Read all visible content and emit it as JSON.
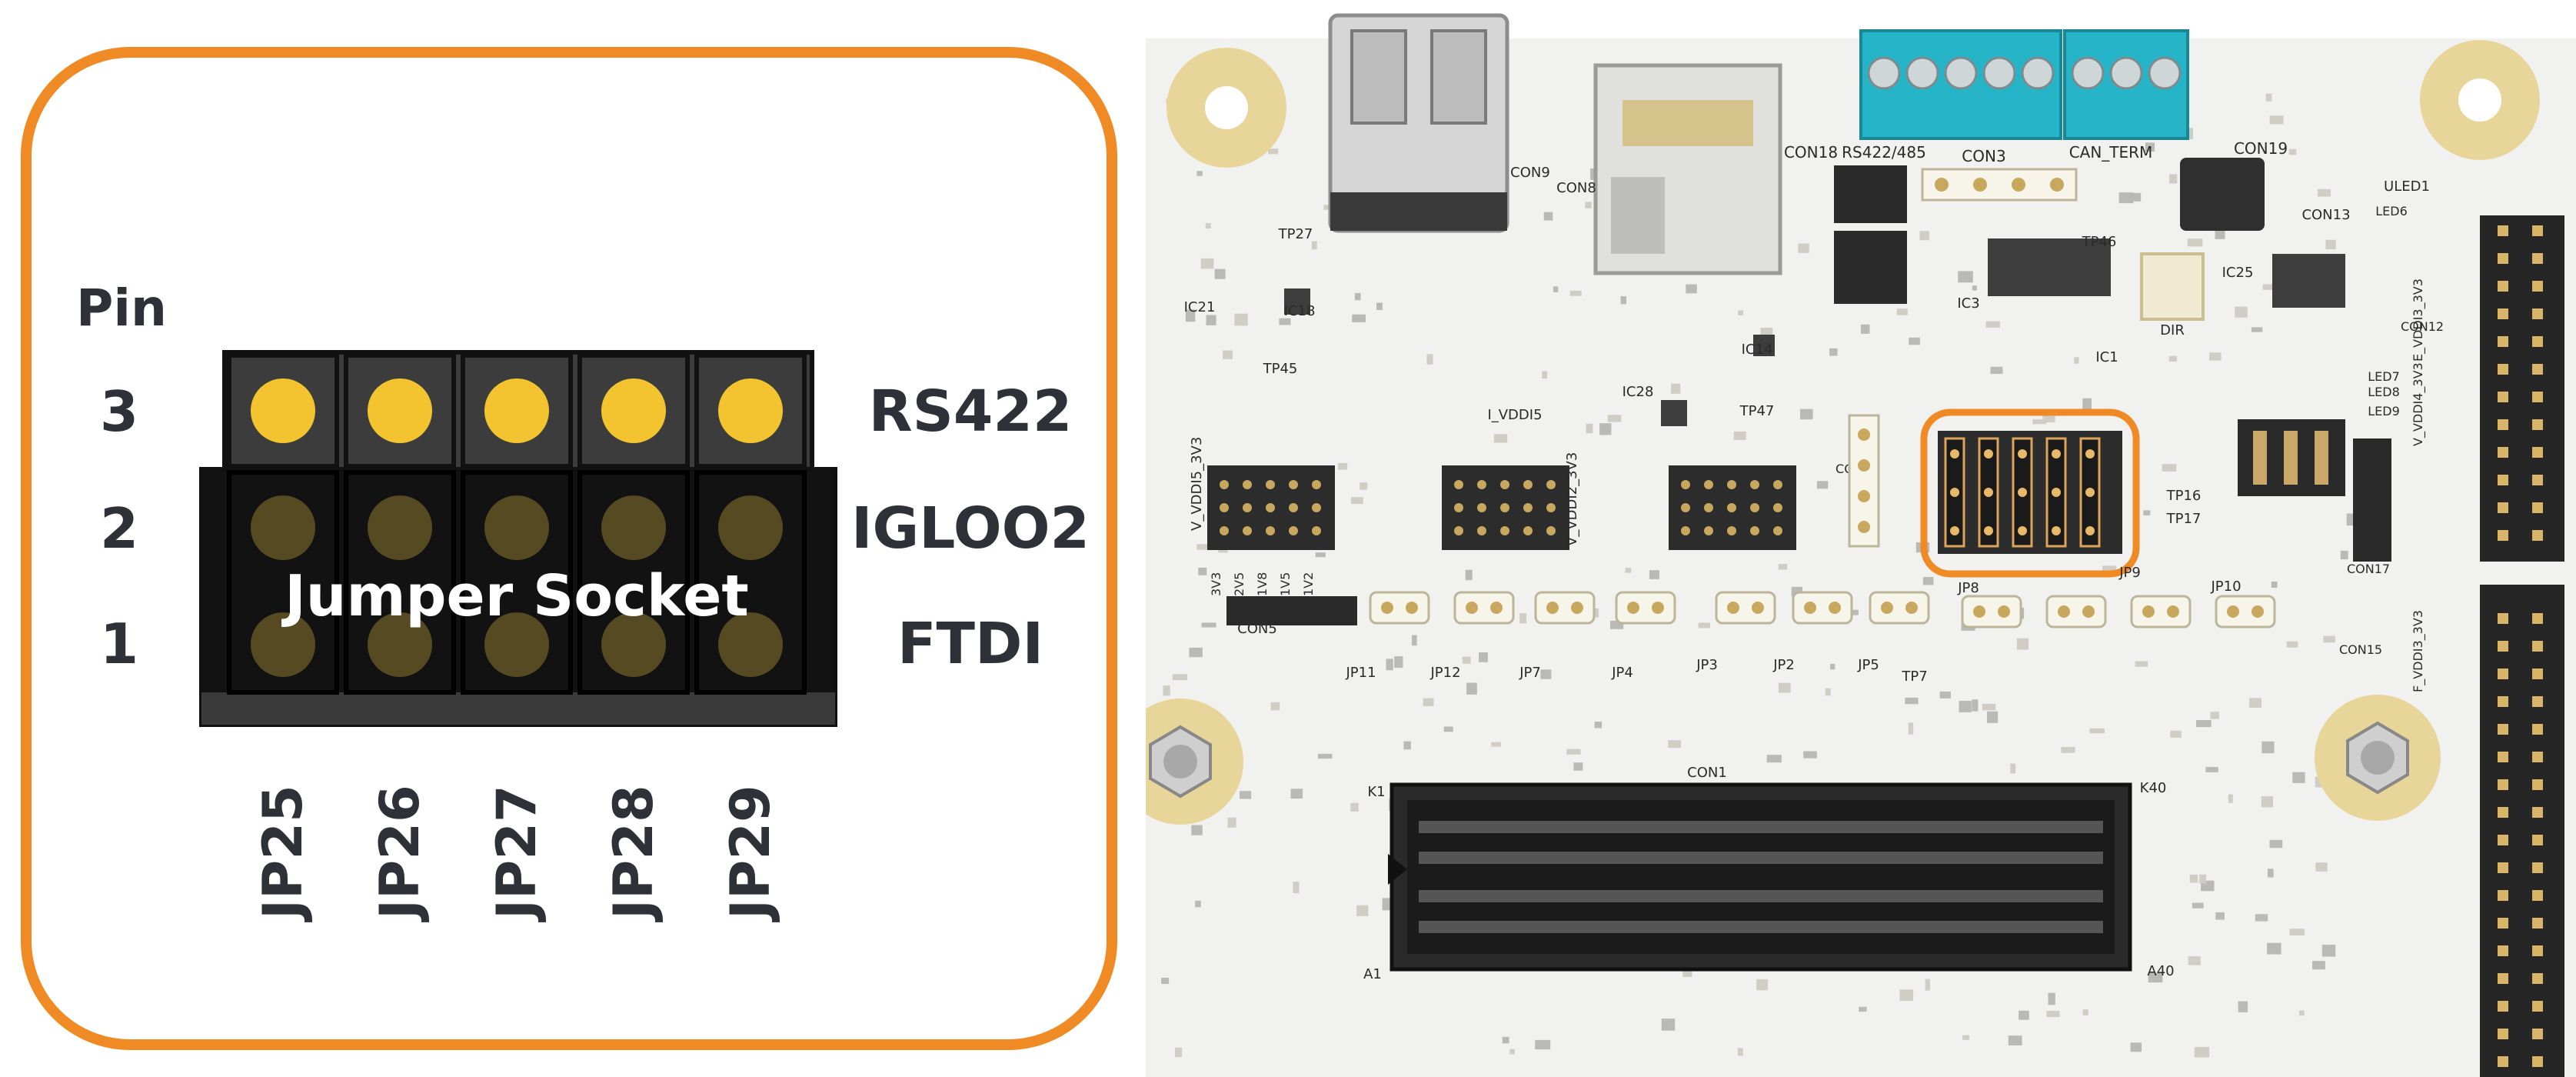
{
  "diagram": {
    "pin_heading": "Pin",
    "pin_numbers": [
      "3",
      "2",
      "1"
    ],
    "row_labels": [
      "RS422",
      "IGLOO2",
      "FTDI"
    ],
    "socket_label": "Jumper Socket",
    "jumpers": [
      "JP25",
      "JP26",
      "JP27",
      "JP28",
      "JP29"
    ],
    "colors": {
      "frame": "#f08a24",
      "pin_active": "#f4c430",
      "pin_inactive": "#564a22",
      "header": "#3c3c3c",
      "socket": "#121212"
    }
  },
  "board": {
    "top_labels": [
      "RS422/485",
      "CAN_TERM",
      "CON19",
      "CON18",
      "CON3",
      "CON8",
      "CON9",
      "CON13",
      "ULED1"
    ],
    "mid_labels": [
      "IC21",
      "IC18",
      "IC14",
      "IC28",
      "IC3",
      "IC1",
      "IC25",
      "TP27",
      "TP45",
      "TP47",
      "TP46",
      "TP16",
      "TP17",
      "TP7",
      "DIR",
      "LED6",
      "LED7",
      "LED8",
      "LED9",
      "CON12",
      "CON17",
      "CON7"
    ],
    "lower_labels": [
      "I_VDDI5",
      "CON5",
      "JP11",
      "JP12",
      "JP7",
      "JP4",
      "JP3",
      "JP2",
      "JP5",
      "JP8",
      "JP9",
      "JP10",
      "CON1",
      "K40",
      "A40",
      "A1",
      "K1",
      "CON15"
    ],
    "vertical_labels": [
      "V_VDDI5_3V3",
      "V_VDDI2_3V3",
      "V_VDDI4_3V3",
      "3V3",
      "2V5",
      "1V8",
      "1V5",
      "1V2",
      "E_VDDI3_3V3",
      "F_VDDI3_3V3"
    ],
    "colors": {
      "pcb": "#f1f1f0",
      "terminal": "#26b5c8",
      "highlight": "#f08a24",
      "gold": "#d8c48a"
    }
  }
}
